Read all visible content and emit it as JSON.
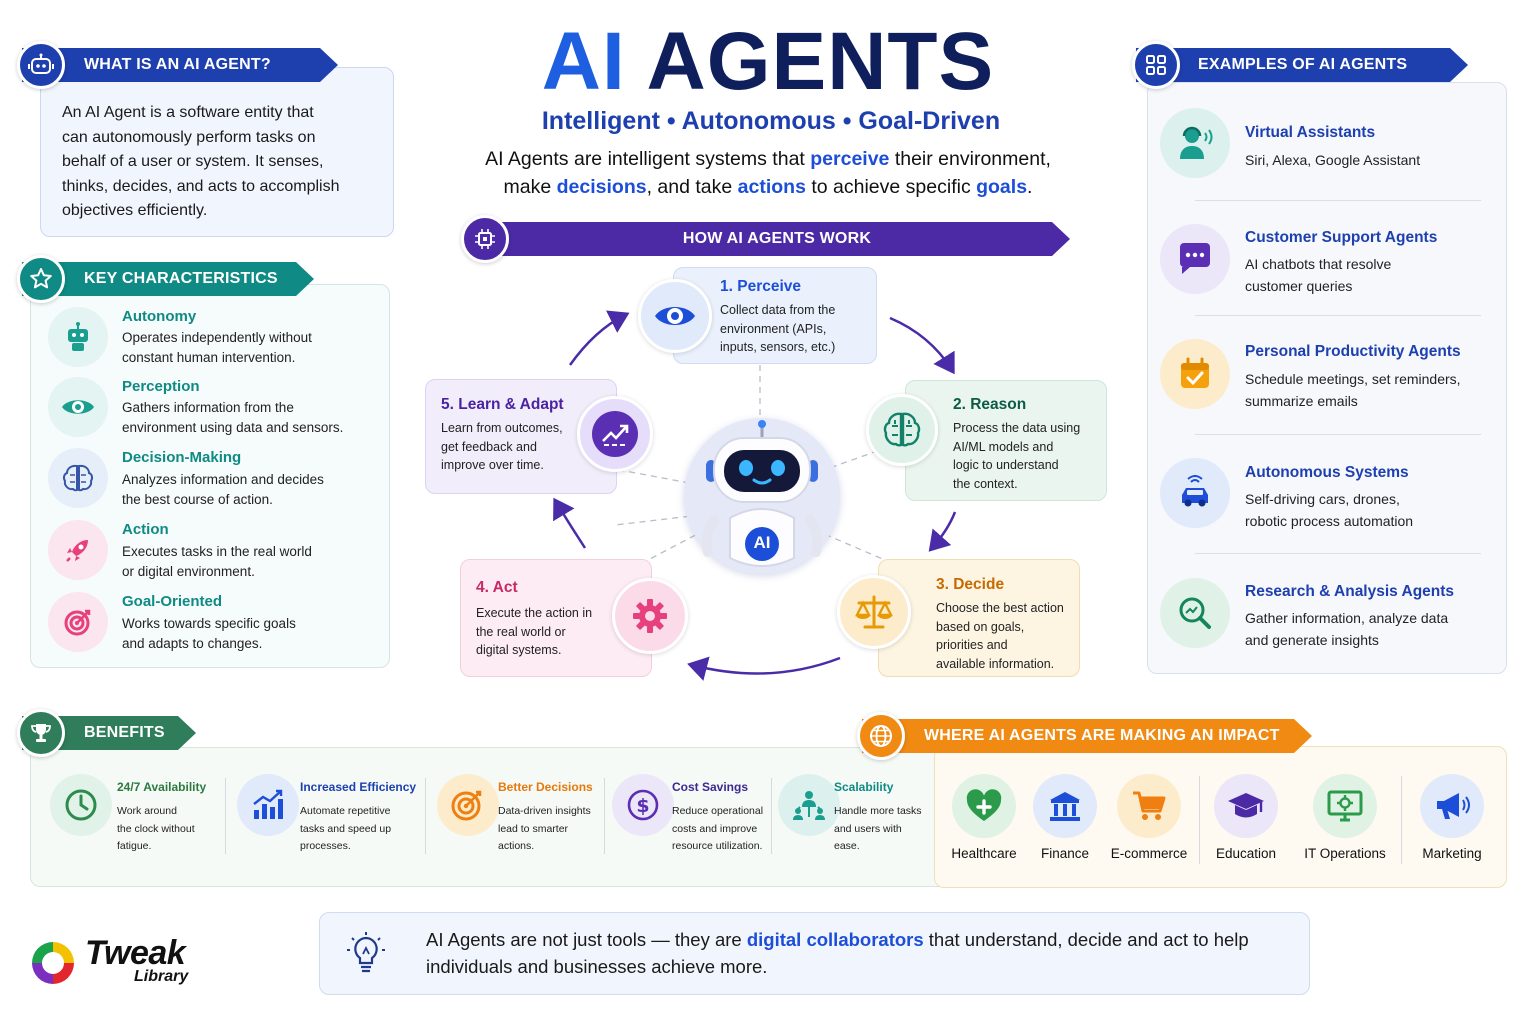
{
  "header": {
    "title_ai": "AI",
    "title_agents": "AGENTS",
    "tagline": "Intelligent • Autonomous • Goal-Driven",
    "intro": {
      "p1": "AI Agents are intelligent systems that ",
      "k1": "perceive",
      "p2": " their environment,",
      "p3": "make ",
      "k2": "decisions",
      "p4": ", and take ",
      "k3": "actions",
      "p5": " to achieve specific ",
      "k4": "goals",
      "p6": "."
    }
  },
  "what": {
    "heading": "WHAT IS AN AI AGENT?",
    "lines": [
      "An AI Agent is a software entity that",
      "can autonomously perform tasks on",
      "behalf of a user or system. It senses,",
      "thinks, decides, and acts to accomplish",
      "objectives efficiently."
    ]
  },
  "key": {
    "heading": "KEY CHARACTERISTICS",
    "items": [
      {
        "title": "Autonomy",
        "d1": "Operates independently without",
        "d2": "constant human intervention."
      },
      {
        "title": "Perception",
        "d1": "Gathers information from the",
        "d2": "environment using data and sensors."
      },
      {
        "title": "Decision-Making",
        "d1": "Analyzes information and decides",
        "d2": "the best course of action."
      },
      {
        "title": "Action",
        "d1": "Executes tasks in the real world",
        "d2": "or digital environment."
      },
      {
        "title": "Goal-Oriented",
        "d1": "Works towards specific goals",
        "d2": "and adapts to changes."
      }
    ]
  },
  "how": {
    "heading": "HOW AI AGENTS WORK",
    "robot_label": "AI",
    "steps": [
      {
        "title": "1. Perceive",
        "lines": [
          "Collect data from the",
          "environment (APIs,",
          "inputs, sensors, etc.)"
        ]
      },
      {
        "title": "2. Reason",
        "lines": [
          "Process the data using",
          "AI/ML models and",
          "logic to understand",
          "the context."
        ]
      },
      {
        "title": "3. Decide",
        "lines": [
          "Choose the best action",
          "based on goals,",
          "priorities and",
          "available information."
        ]
      },
      {
        "title": "4. Act",
        "lines": [
          "Execute the action in",
          "the real world or",
          "digital systems."
        ]
      },
      {
        "title": "5. Learn & Adapt",
        "lines": [
          "Learn from outcomes,",
          "get feedback and",
          "improve over time."
        ]
      }
    ]
  },
  "examples": {
    "heading": "EXAMPLES OF AI AGENTS",
    "items": [
      {
        "title": "Virtual Assistants",
        "d1": "Siri, Alexa, Google Assistant",
        "d2": ""
      },
      {
        "title": "Customer Support Agents",
        "d1": "AI chatbots that resolve",
        "d2": "customer queries"
      },
      {
        "title": "Personal Productivity Agents",
        "d1": "Schedule meetings, set reminders,",
        "d2": "summarize emails"
      },
      {
        "title": "Autonomous Systems",
        "d1": "Self-driving cars, drones,",
        "d2": "robotic process automation"
      },
      {
        "title": "Research & Analysis Agents",
        "d1": "Gather information, analyze data",
        "d2": "and generate insights"
      }
    ]
  },
  "benefits": {
    "heading": "BENEFITS",
    "items": [
      {
        "title": "24/7 Availability",
        "lines": [
          "Work around",
          "the clock without",
          "fatigue."
        ]
      },
      {
        "title": "Increased Efficiency",
        "lines": [
          "Automate repetitive",
          "tasks and speed up",
          "processes."
        ]
      },
      {
        "title": "Better Decisions",
        "lines": [
          "Data-driven insights",
          "lead to smarter",
          "actions."
        ]
      },
      {
        "title": "Cost Savings",
        "lines": [
          "Reduce operational",
          "costs and improve",
          "resource utilization."
        ]
      },
      {
        "title": "Scalability",
        "lines": [
          "Handle more tasks",
          "and users with",
          "ease."
        ]
      }
    ]
  },
  "impact": {
    "heading": "WHERE AI AGENTS ARE MAKING AN IMPACT",
    "items": [
      "Healthcare",
      "Finance",
      "E-commerce",
      "Education",
      "IT Operations",
      "Marketing"
    ]
  },
  "footer": {
    "p1": "AI Agents are not just tools — they are ",
    "k1": "digital collaborators",
    "p2": " that understand, decide and act to help",
    "p3": "individuals and businesses achieve more.",
    "logo_main": "Tweak",
    "logo_sub": "Library"
  },
  "colors": {
    "navy": "#0f1f5c",
    "blue": "#1d4ed8",
    "teal": "#0f8a84",
    "purple": "#5b2fb3",
    "green": "#2f7d5b",
    "orange": "#f08a12"
  }
}
